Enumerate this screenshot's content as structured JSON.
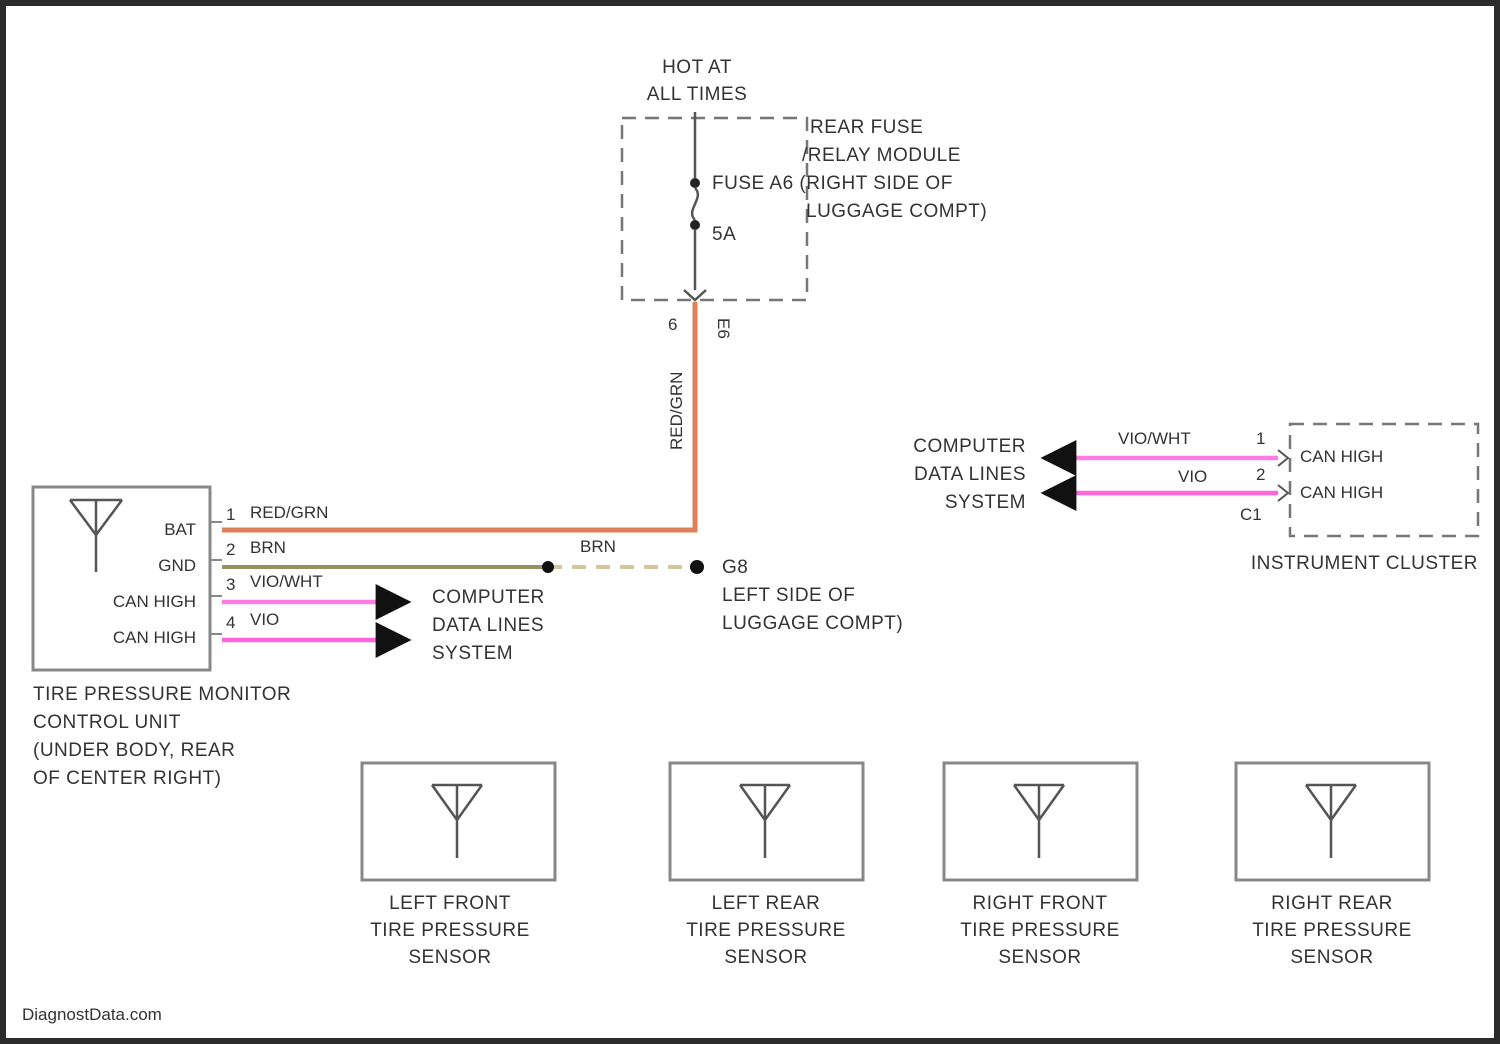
{
  "frame_color": "#2b2b2b",
  "wire_colors": {
    "red_orange": "#e0805a",
    "brown": "#9a8f60",
    "violet_white": "#ff7de0",
    "violet": "#ff66dd",
    "dashed_tan": "#d8c49a",
    "dark": "#444444"
  },
  "power": {
    "hot_line1": "HOT AT",
    "hot_line2": "ALL TIMES",
    "module_line1": "REAR FUSE",
    "module_line2": "/RELAY MODULE",
    "module_line3": "FUSE A6 (RIGHT SIDE OF",
    "module_line4": "LUGGAGE COMPT)",
    "fuse_rating": "5A",
    "pin_left": "6",
    "pin_right": "E6",
    "wire_vertical": "RED/GRN"
  },
  "tpm": {
    "pins": [
      {
        "num": "1",
        "name": "BAT",
        "wire": "RED/GRN"
      },
      {
        "num": "2",
        "name": "GND",
        "wire": "BRN"
      },
      {
        "num": "3",
        "name": "CAN HIGH",
        "wire": "VIO/WHT"
      },
      {
        "num": "4",
        "name": "CAN HIGH",
        "wire": "VIO"
      }
    ],
    "brn_splice_label": "BRN",
    "ground": {
      "id": "G8",
      "line1": "LEFT SIDE OF",
      "line2": "LUGGAGE COMPT)"
    },
    "data_lines": {
      "line1": "COMPUTER",
      "line2": "DATA LINES",
      "line3": "SYSTEM"
    },
    "name_line1": "TIRE PRESSURE MONITOR",
    "name_line2": "CONTROL UNIT",
    "name_line3": "(UNDER BODY, REAR",
    "name_line4": "OF CENTER RIGHT)"
  },
  "cluster": {
    "data_lines": {
      "line1": "COMPUTER",
      "line2": "DATA LINES",
      "line3": "SYSTEM"
    },
    "wires": [
      {
        "pin": "1",
        "color": "VIO/WHT",
        "name": "CAN HIGH"
      },
      {
        "pin": "2",
        "color": "VIO",
        "name": "CAN HIGH"
      }
    ],
    "connector": "C1",
    "name": "INSTRUMENT CLUSTER"
  },
  "sensors": [
    {
      "line1": "LEFT FRONT",
      "line2": "TIRE PRESSURE",
      "line3": "SENSOR"
    },
    {
      "line1": "LEFT REAR",
      "line2": "TIRE PRESSURE",
      "line3": "SENSOR"
    },
    {
      "line1": "RIGHT FRONT",
      "line2": "TIRE PRESSURE",
      "line3": "SENSOR"
    },
    {
      "line1": "RIGHT REAR",
      "line2": "TIRE PRESSURE",
      "line3": "SENSOR"
    }
  ],
  "footer": {
    "watermark": "DiagnostData.com"
  }
}
